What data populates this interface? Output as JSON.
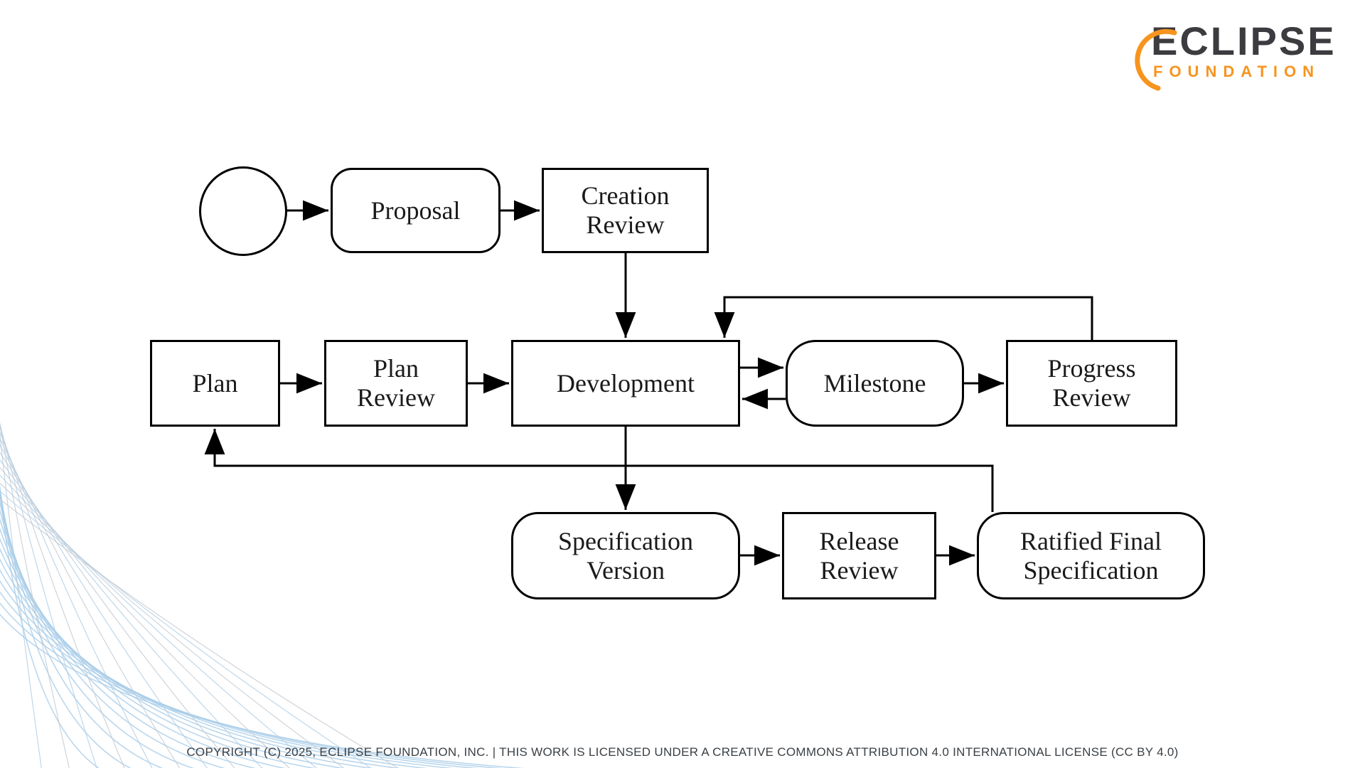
{
  "logo": {
    "brand": "ECLIPSE",
    "subtitle": "FOUNDATION",
    "brand_color": "#3C3B3F",
    "accent_color": "#F7941E"
  },
  "footer": {
    "copyright": "COPYRIGHT (C) 2025, ECLIPSE FOUNDATION, INC. | THIS WORK IS LICENSED UNDER A CREATIVE COMMONS ATTRIBUTION 4.0 INTERNATIONAL LICENSE (CC BY 4.0)"
  },
  "diagram": {
    "line_color": "#000000",
    "text_color": "#1a1a1a",
    "nodes": [
      {
        "id": "start",
        "type": "start-circle",
        "label": ""
      },
      {
        "id": "proposal",
        "type": "rounded",
        "label": "Proposal"
      },
      {
        "id": "creation-review",
        "type": "rect",
        "label": "Creation\nReview"
      },
      {
        "id": "plan",
        "type": "rect",
        "label": "Plan"
      },
      {
        "id": "plan-review",
        "type": "rect",
        "label": "Plan\nReview"
      },
      {
        "id": "development",
        "type": "rect",
        "label": "Development"
      },
      {
        "id": "milestone",
        "type": "rounded",
        "label": "Milestone"
      },
      {
        "id": "progress-review",
        "type": "rect",
        "label": "Progress\nReview"
      },
      {
        "id": "specification-version",
        "type": "rounded",
        "label": "Specification\nVersion"
      },
      {
        "id": "release-review",
        "type": "rect",
        "label": "Release\nReview"
      },
      {
        "id": "ratified-final-specification",
        "type": "rounded",
        "label": "Ratified Final\nSpecification"
      }
    ],
    "edges": [
      {
        "from": "start",
        "to": "proposal"
      },
      {
        "from": "proposal",
        "to": "creation-review"
      },
      {
        "from": "creation-review",
        "to": "development"
      },
      {
        "from": "plan",
        "to": "plan-review"
      },
      {
        "from": "plan-review",
        "to": "development"
      },
      {
        "from": "development",
        "to": "milestone"
      },
      {
        "from": "milestone",
        "to": "development"
      },
      {
        "from": "milestone",
        "to": "progress-review"
      },
      {
        "from": "progress-review",
        "to": "development"
      },
      {
        "from": "development",
        "to": "specification-version"
      },
      {
        "from": "specification-version",
        "to": "release-review"
      },
      {
        "from": "release-review",
        "to": "ratified-final-specification"
      },
      {
        "from": "ratified-final-specification",
        "to": "plan"
      }
    ]
  }
}
